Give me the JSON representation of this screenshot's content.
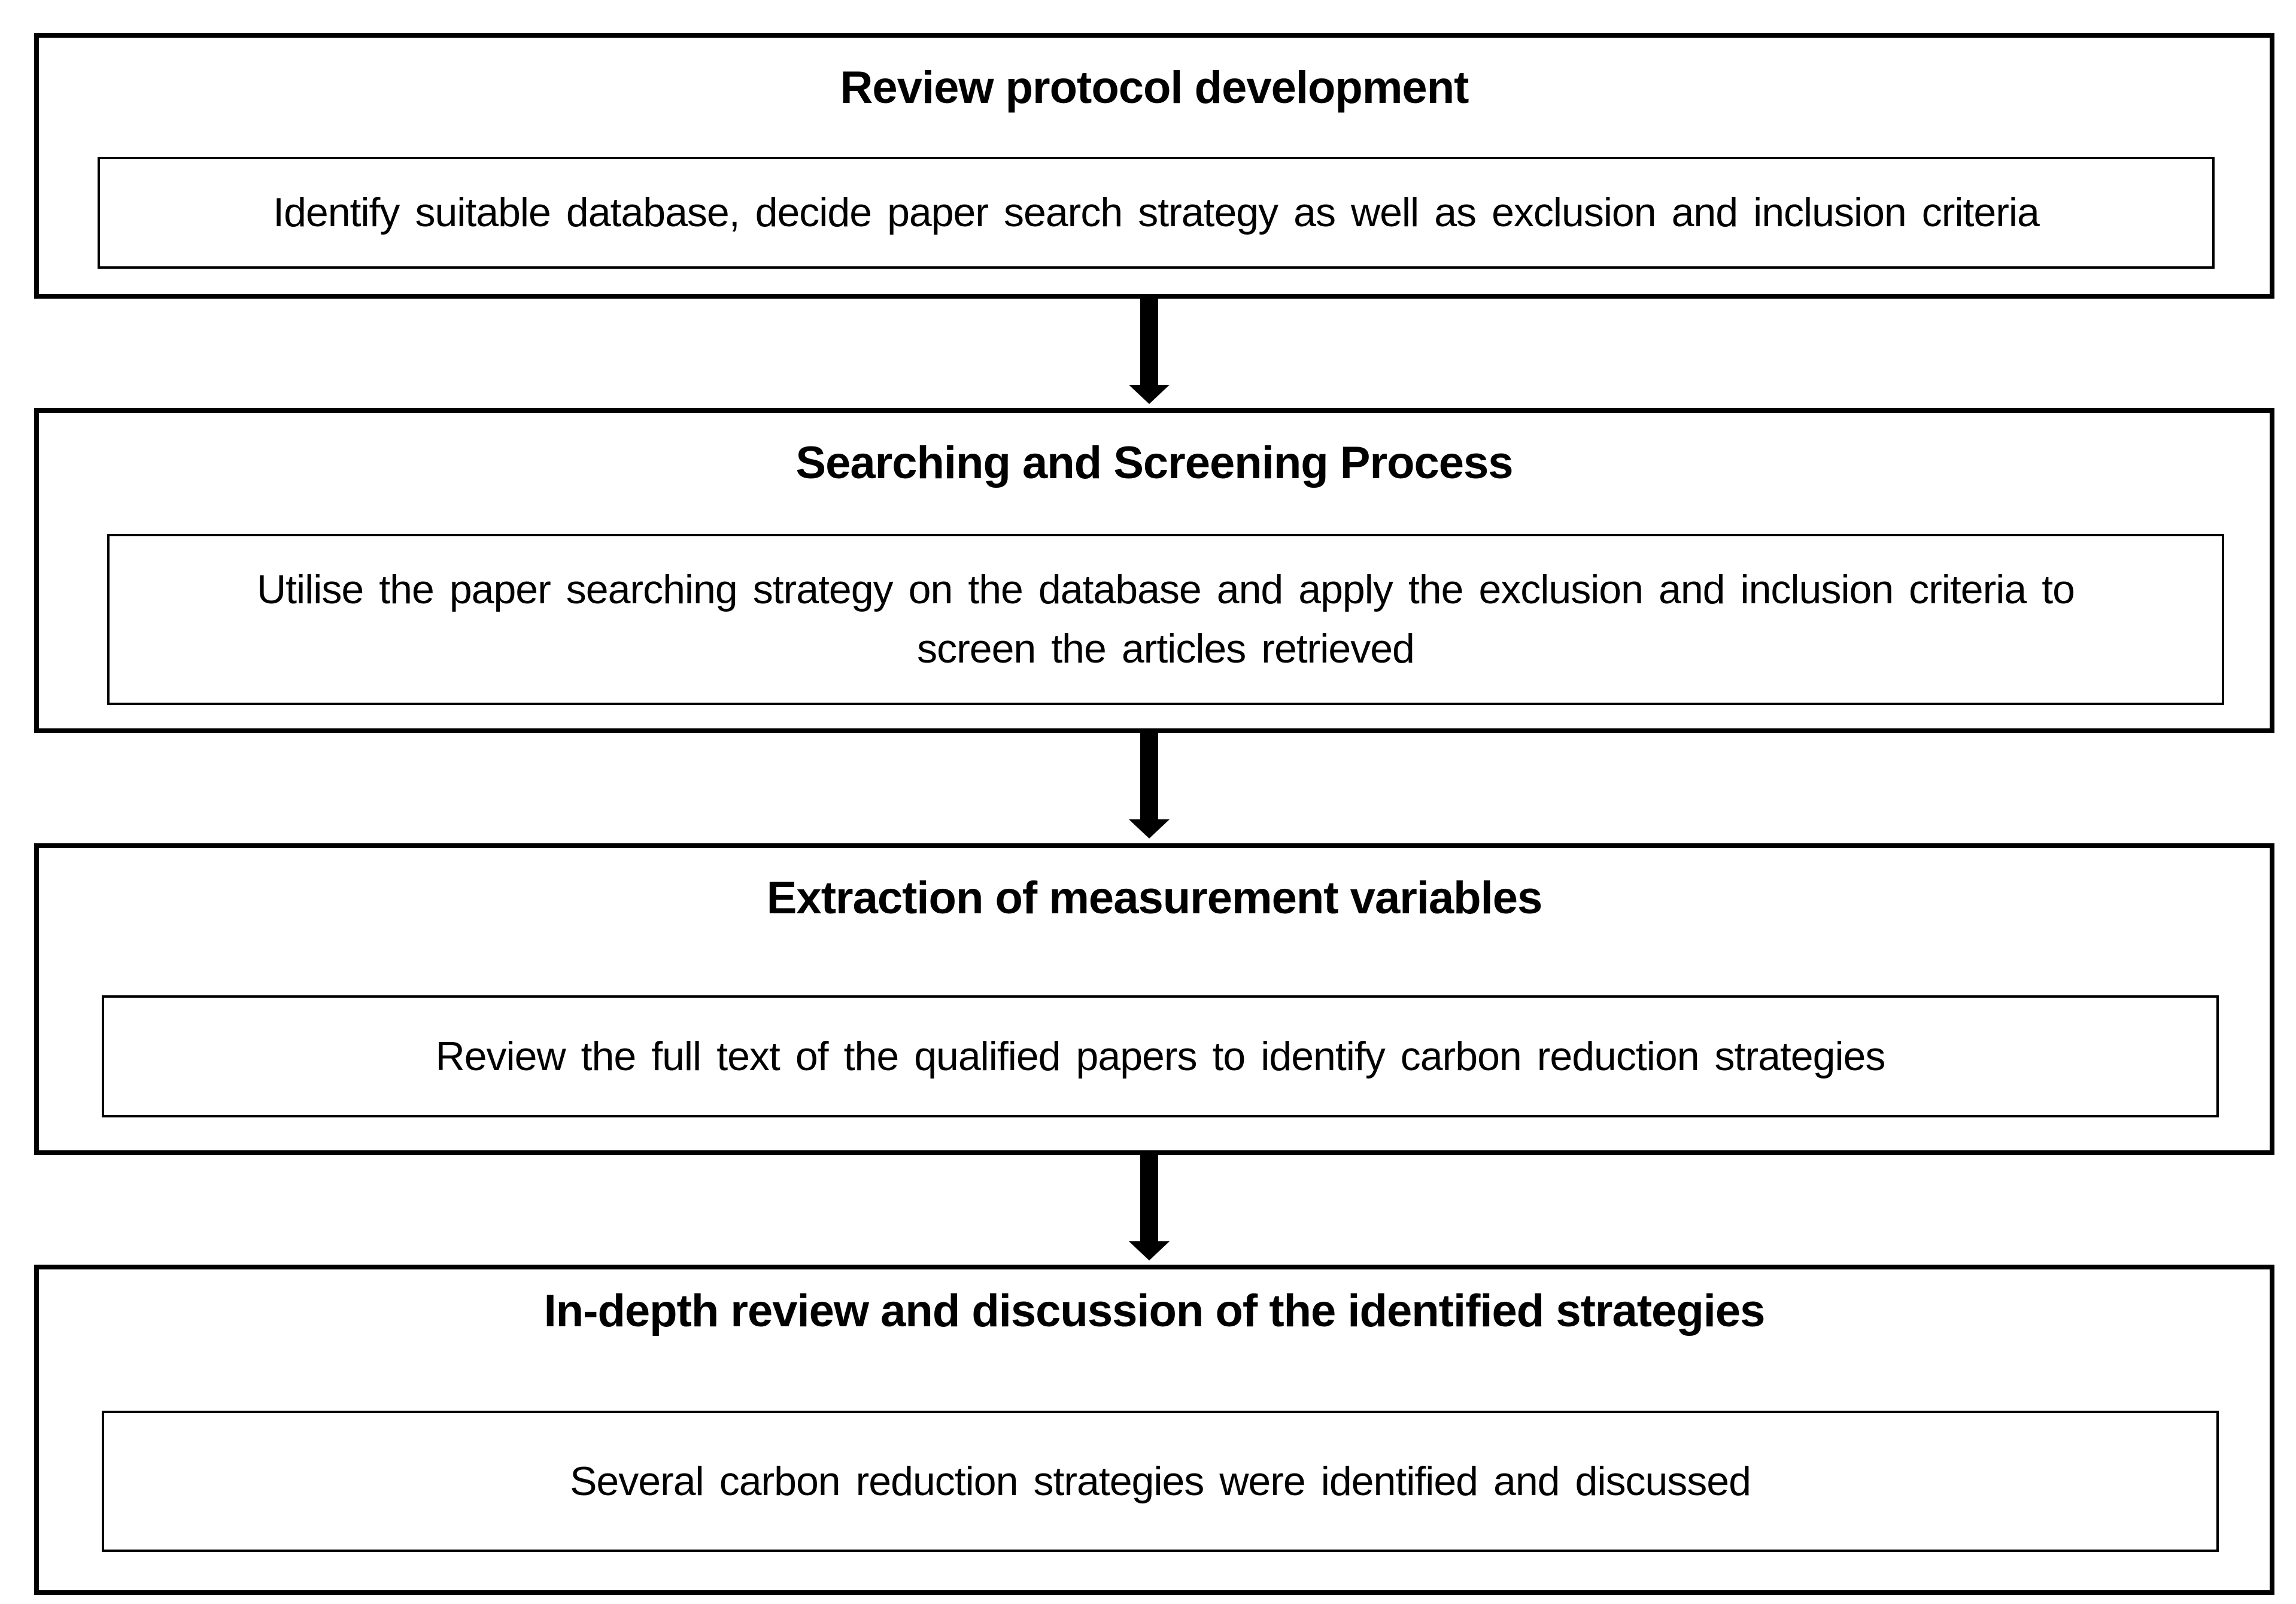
{
  "page": {
    "background_color": "#ffffff",
    "line_color": "#000000",
    "text_color": "#000000"
  },
  "flow": {
    "steps": [
      {
        "title": "Review protocol development",
        "description": "Identify suitable database, decide paper search strategy as well as exclusion and inclusion criteria"
      },
      {
        "title": "Searching and Screening Process",
        "description": "Utilise the paper searching strategy on the database and apply the exclusion and inclusion criteria to\nscreen the articles retrieved"
      },
      {
        "title": "Extraction of measurement variables",
        "description": "Review the full text of the qualified papers to identify carbon reduction strategies"
      },
      {
        "title": "In-depth review and discussion of the identified strategies",
        "description": "Several carbon reduction strategies were identified and discussed"
      }
    ]
  }
}
